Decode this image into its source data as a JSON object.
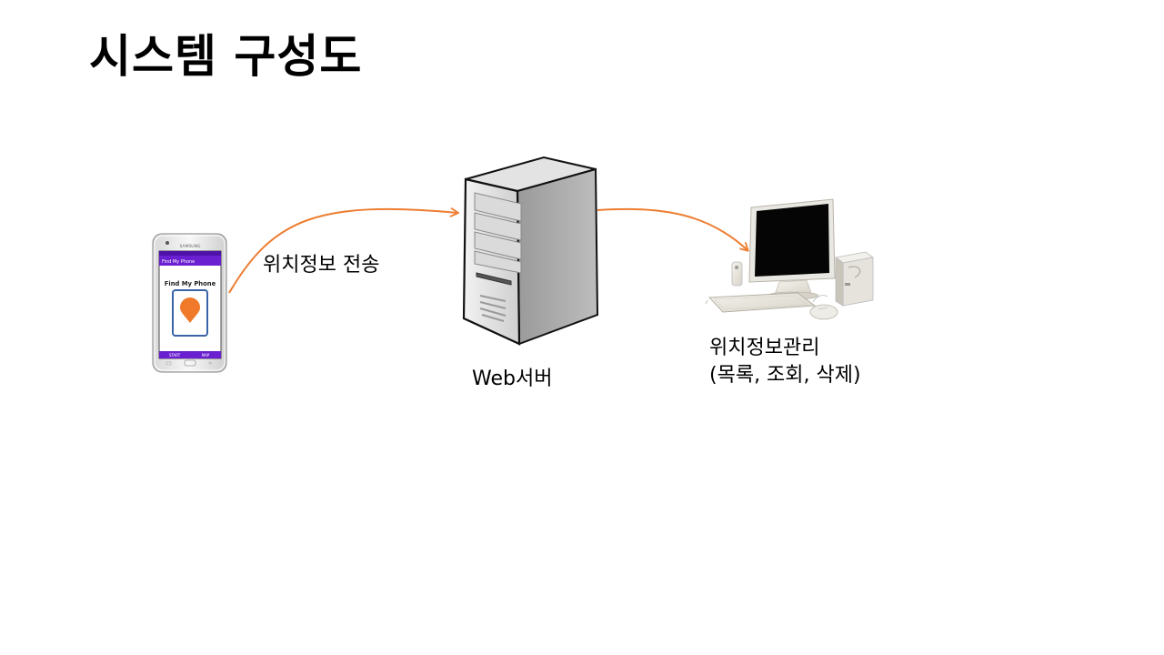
{
  "slide": {
    "title": "시스템 구성도"
  },
  "phone": {
    "brand": "SAMSUNG",
    "app_bar_title": "Find My Phone",
    "screen_heading": "Find My Phone",
    "nav_left": "START",
    "nav_right": "MAP",
    "pin_icon": "location-pin-icon"
  },
  "labels": {
    "transfer": "위치정보 전송",
    "server": "Web서버",
    "client_line1": "위치정보관리",
    "client_line2": "(목록, 조회, 삭제)"
  },
  "colors": {
    "arrow": "#ED7D31",
    "app_bar": "#6A1FD1",
    "pin": "#F07A2A",
    "pin_frame": "#3A63A8"
  }
}
